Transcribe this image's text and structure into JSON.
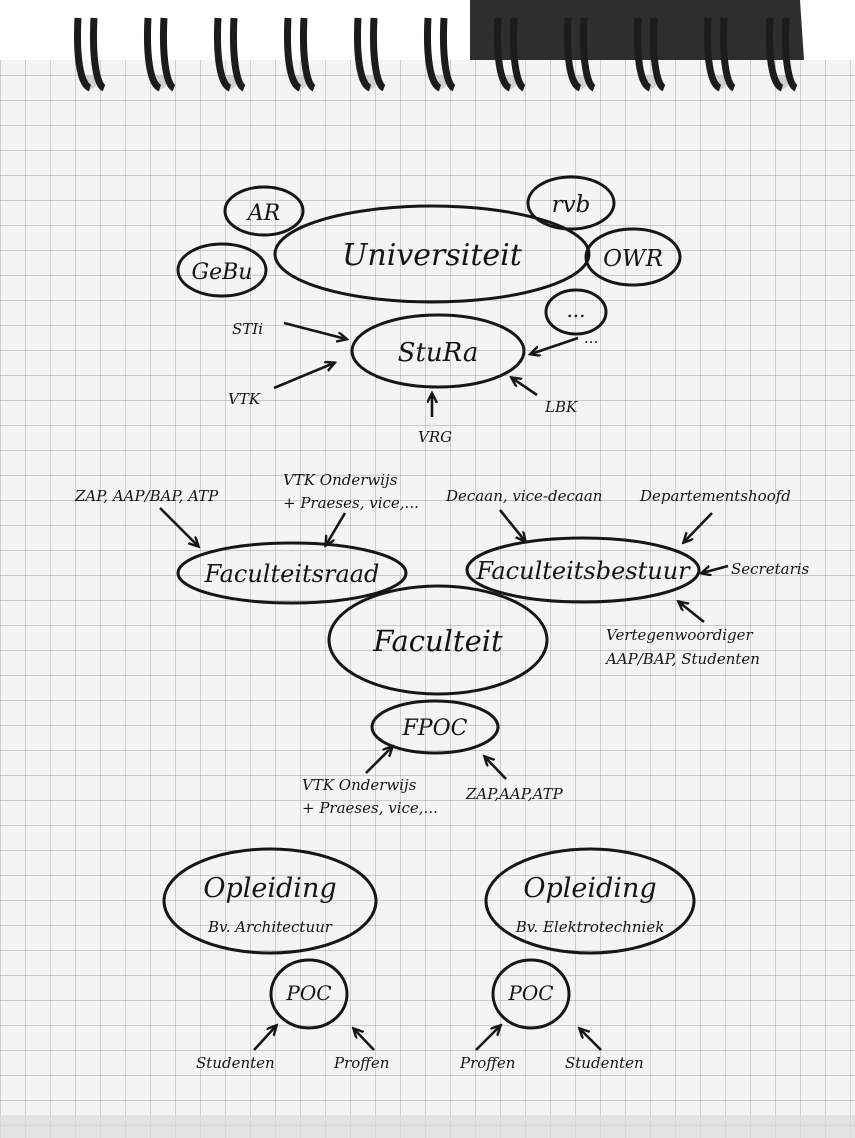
{
  "nodes": {
    "universiteit": "Universiteit",
    "ar": "AR",
    "rvb": "rvb",
    "owr": "OWR",
    "gebu": "GeBu",
    "more_bubble": "...",
    "stura": "StuRa",
    "faculteit": "Faculteit",
    "faculteitsraad": "Faculteitsraad",
    "faculteitsbestuur": "Faculteitsbestuur",
    "fpoc": "FPOC",
    "opleiding_1": "Opleiding",
    "opleiding_1_example": "Bv. Architectuur",
    "opleiding_2": "Opleiding",
    "opleiding_2_example": "Bv. Elektrotechniek",
    "poc_1": "POC",
    "poc_2": "POC"
  },
  "labels": {
    "stii": "STIi",
    "vtk": "VTK",
    "vrg": "VRG",
    "lbk": "LBK",
    "more_text": "...",
    "zap_aap_bap_atp": "ZAP, AAP/BAP, ATP",
    "vtk_onderwijs_1_line1": "VTK Onderwijs",
    "vtk_onderwijs_1_line2": "+ Praeses, vice,...",
    "decaan": "Decaan, vice-decaan",
    "departementshoofd": "Departementshoofd",
    "secretaris": "Secretaris",
    "vertegenwoordiger_line1": "Vertegenwoordiger",
    "vertegenwoordiger_line2": "AAP/BAP, Studenten",
    "vtk_onderwijs_2_line1": "VTK Onderwijs",
    "vtk_onderwijs_2_line2": "+ Praeses, vice,...",
    "zap_aap_atp": "ZAP,AAP,ATP",
    "studenten_1": "Studenten",
    "proffen_1": "Proffen",
    "proffen_2": "Proffen",
    "studenten_2": "Studenten"
  },
  "colors": {
    "paper": "#f4f4f4",
    "grid": "#9aa0aa",
    "ink": "#161616",
    "binding": "#1c1c1c",
    "backing": "#2e2e2e"
  }
}
